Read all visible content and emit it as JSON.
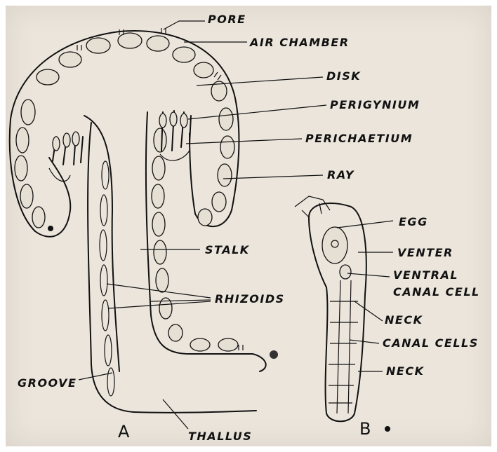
{
  "figure": {
    "labels_a": {
      "pore": "PORE",
      "air_chamber": "AIR CHAMBER",
      "disk": "DISK",
      "perigynium": "PERIGYNIUM",
      "perichaetium": "PERICHAETIUM",
      "ray": "RAY",
      "stalk": "STALK",
      "rhizoids": "RHIZOIDS",
      "groove": "GROOVE",
      "thallus": "THALLUS"
    },
    "labels_b": {
      "egg": "EGG",
      "venter": "VENTER",
      "ventral_canal_cell_1": "VENTRAL",
      "ventral_canal_cell_2": "CANAL CELL",
      "neck_1": "NECK",
      "canal_cells": "CANAL CELLS",
      "neck_2": "NECK"
    },
    "panel_a": "A",
    "panel_b": "B"
  },
  "colors": {
    "paper": "#ebe5dc",
    "ink": "#111111"
  }
}
